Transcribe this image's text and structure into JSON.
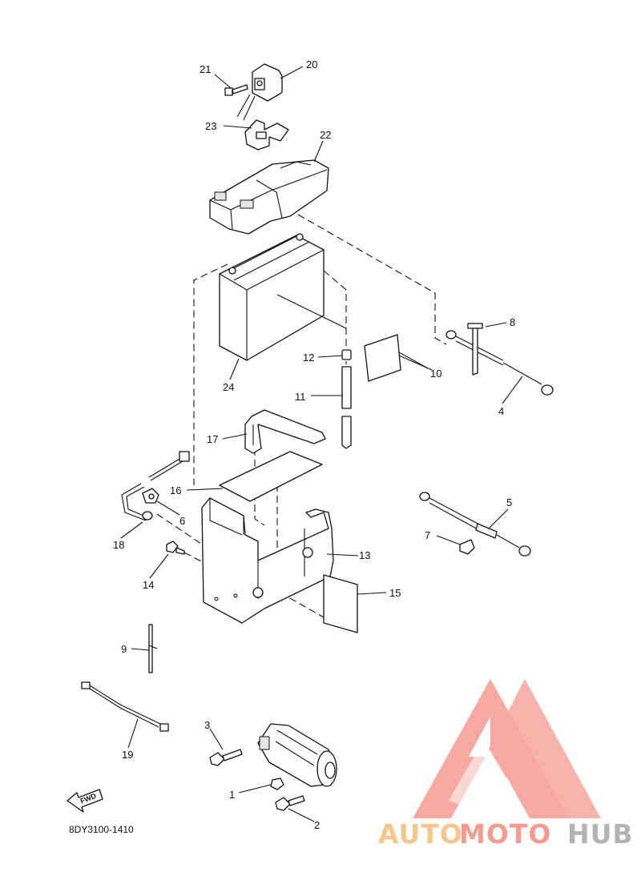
{
  "diagram": {
    "part_labels": {
      "p1": "1",
      "p2": "2",
      "p3": "3",
      "p4": "4",
      "p5": "5",
      "p6": "6",
      "p7": "7",
      "p8": "8",
      "p9": "9",
      "p10": "10",
      "p11": "11",
      "p12": "12",
      "p13": "13",
      "p14": "14",
      "p15": "15",
      "p16": "16",
      "p17": "17",
      "p18": "18",
      "p19": "19",
      "p20": "20",
      "p21": "21",
      "p22": "22",
      "p23": "23",
      "p24": "24"
    },
    "fwd_label": "FWD",
    "diagram_code": "8DY3100-1410"
  },
  "watermark": {
    "text_auto": "AUTO",
    "text_moto": "MOTO",
    "text_hub": "HUB",
    "color_auto": "#f6c58a",
    "color_moto": "#f59a91",
    "color_hub": "#b3b3b3",
    "logo_color": "#f59a91"
  }
}
